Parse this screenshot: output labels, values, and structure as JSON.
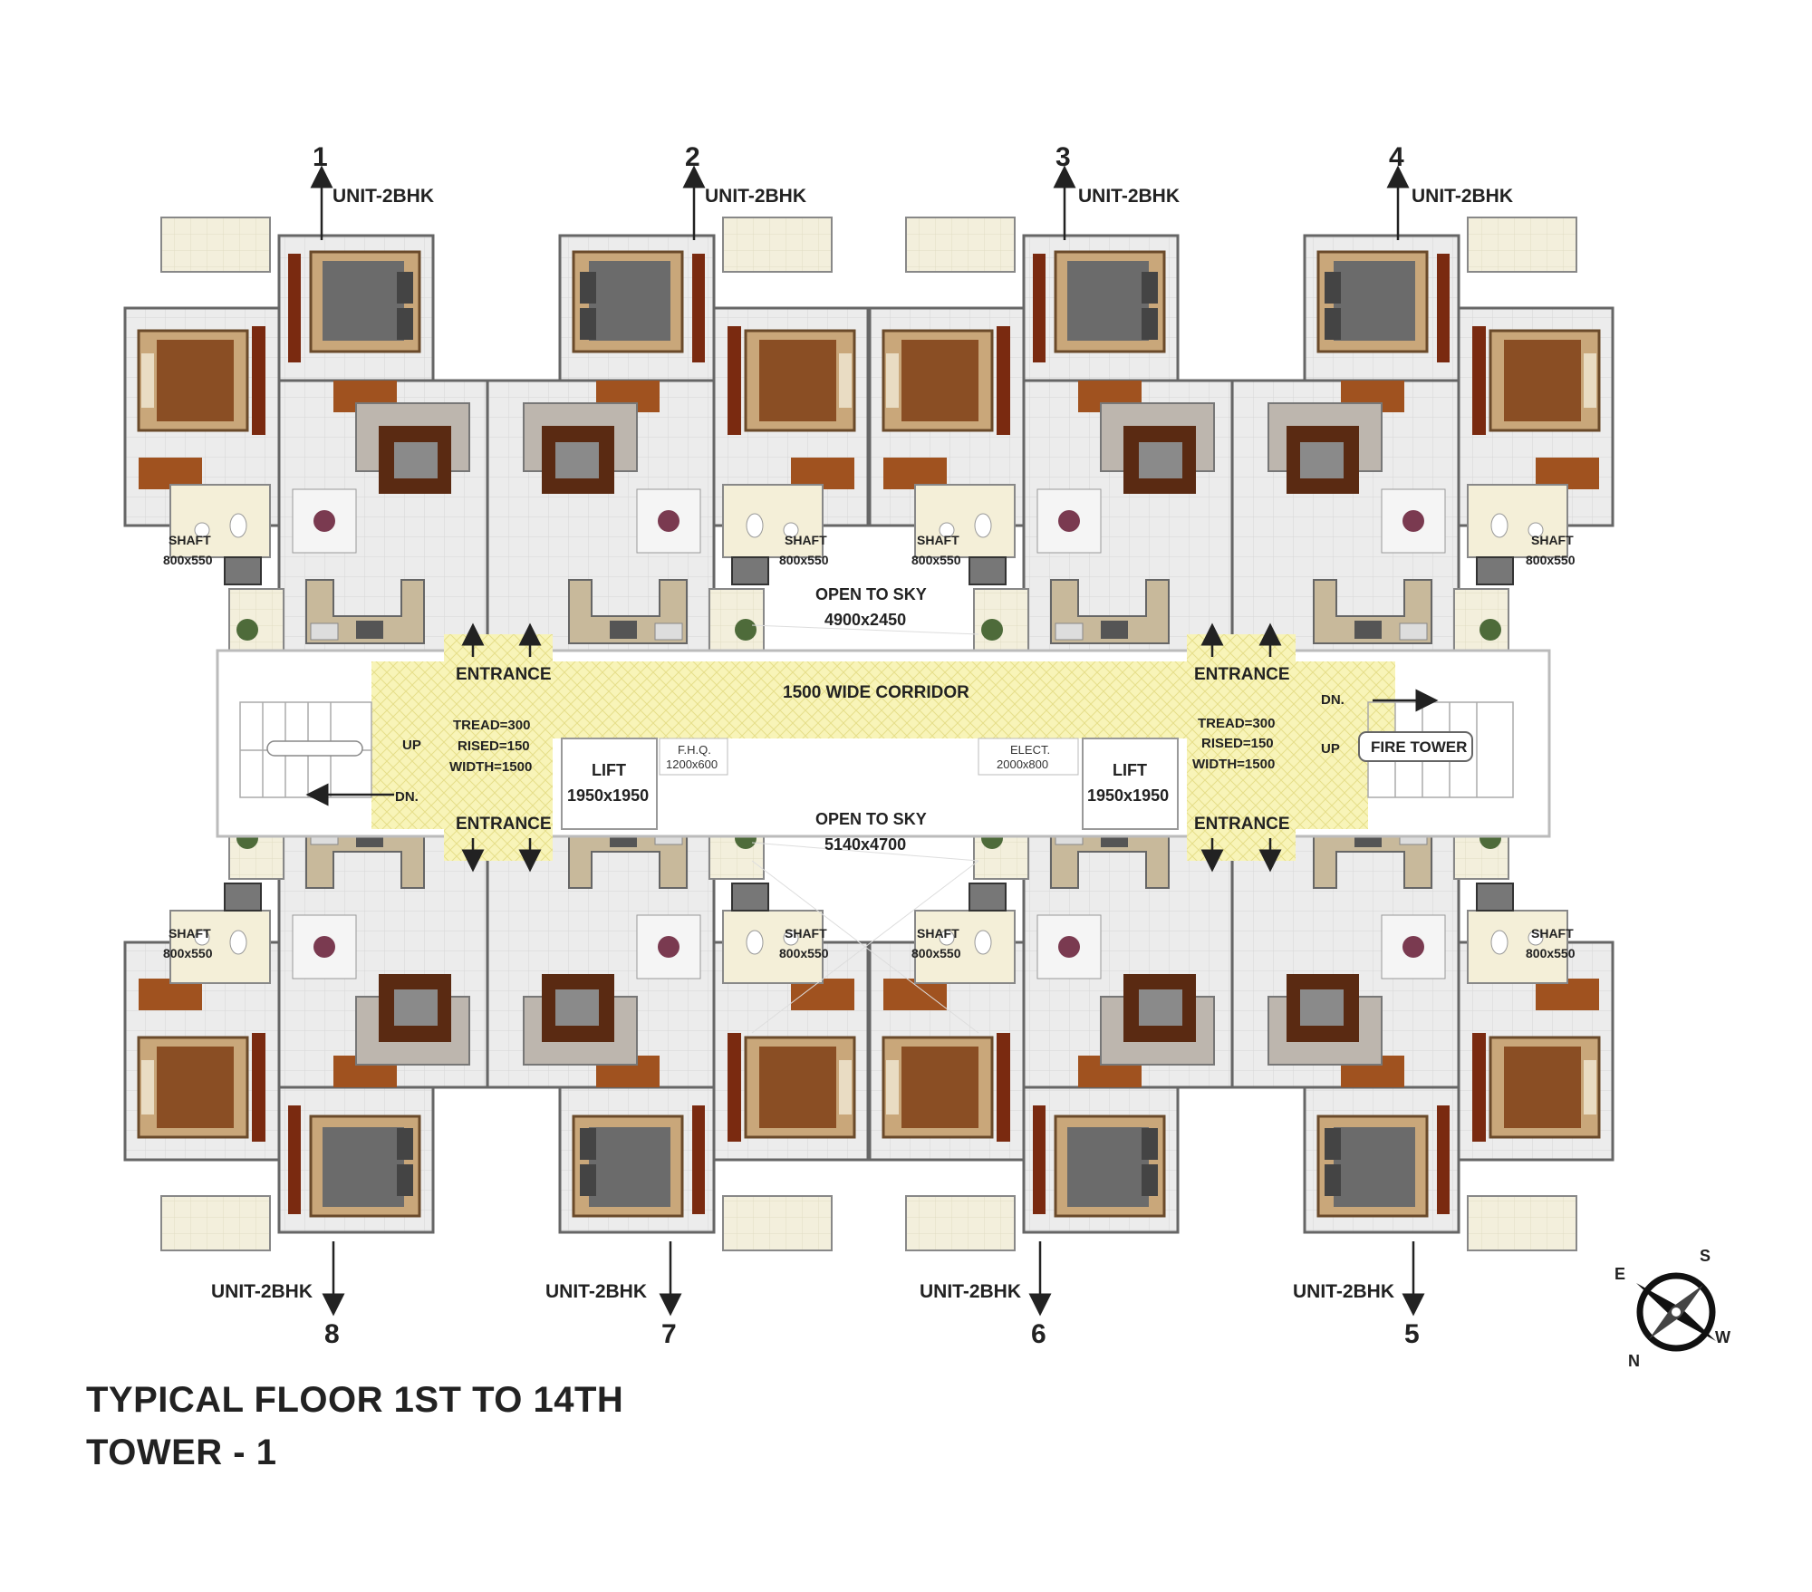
{
  "title_line1": "TYPICAL FLOOR 1ST TO 14TH",
  "title_line2": "TOWER - 1",
  "units": [
    {
      "number": "1",
      "type": "UNIT-2BHK"
    },
    {
      "number": "2",
      "type": "UNIT-2BHK"
    },
    {
      "number": "3",
      "type": "UNIT-2BHK"
    },
    {
      "number": "4",
      "type": "UNIT-2BHK"
    },
    {
      "number": "5",
      "type": "UNIT-2BHK"
    },
    {
      "number": "6",
      "type": "UNIT-2BHK"
    },
    {
      "number": "7",
      "type": "UNIT-2BHK"
    },
    {
      "number": "8",
      "type": "UNIT-2BHK"
    }
  ],
  "shaft": {
    "label": "SHAFT",
    "size": "800x550"
  },
  "open_to_sky_top": {
    "label": "OPEN TO SKY",
    "size": "4900x2450"
  },
  "open_to_sky_bottom": {
    "label": "OPEN TO SKY",
    "size": "5140x4700"
  },
  "corridor": "1500 WIDE CORRIDOR",
  "entrance": "ENTRANCE",
  "stairs": {
    "tread": "TREAD=300",
    "rised": "RISED=150",
    "width": "WIDTH=1500",
    "up": "UP",
    "down": "DN."
  },
  "lift": {
    "label": "LIFT",
    "size": "1950x1950"
  },
  "fhq": {
    "label": "F.H.Q.",
    "size": "1200x600"
  },
  "elect": {
    "label": "ELECT.",
    "size": "2000x800"
  },
  "fire_tower": "FIRE TOWER",
  "compass": {
    "n": "N",
    "s": "S",
    "e": "E",
    "w": "W"
  },
  "colors": {
    "corridor": "#f7f3b5",
    "wall": "#555555",
    "floor": "#e9e9e9",
    "wood": "#8b4a1f",
    "sofa": "#bdb6ae"
  }
}
